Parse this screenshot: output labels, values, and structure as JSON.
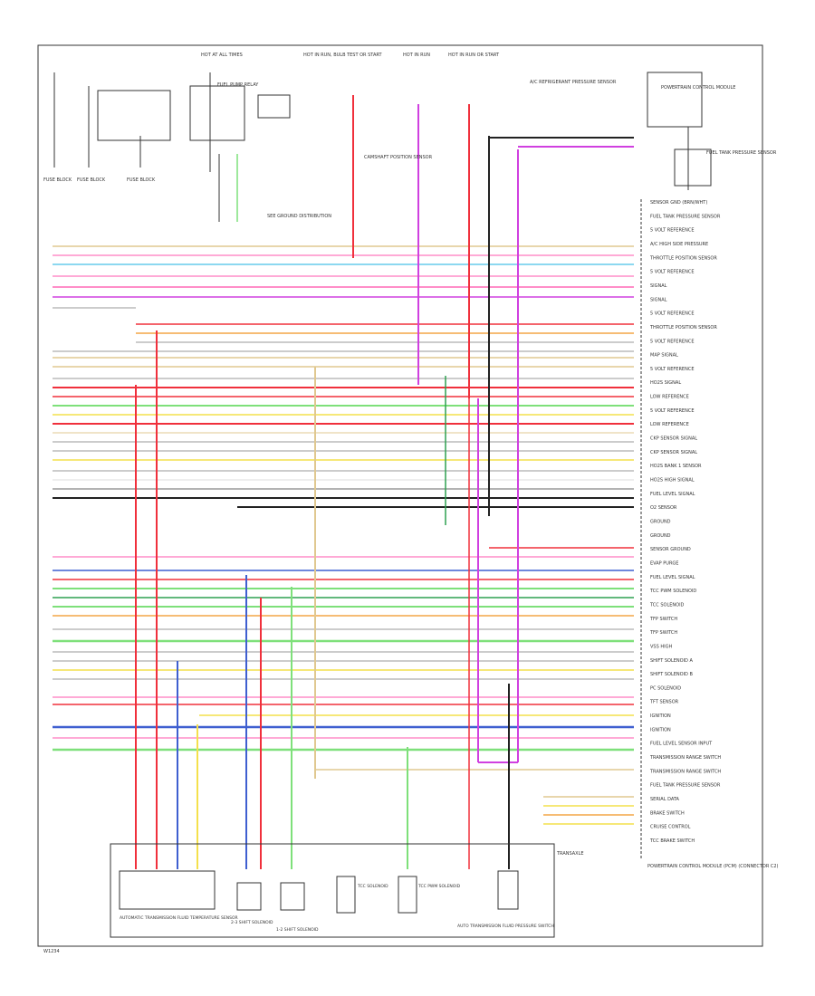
{
  "diagram": {
    "top_labels": [
      "HOT AT ALL TIMES",
      "HOT IN RUN, BULB TEST OR START",
      "HOT IN RUN",
      "HOT IN RUN OR START",
      "FUEL PUMP RELAY",
      "SEE GROUND DISTRIBUTION",
      "POWERTRAIN CONTROL MODULE",
      "A/C REFRIGERANT PRESSURE SENSOR",
      "FUEL TANK PRESSURE SENSOR",
      "CAMSHAFT POSITION SENSOR"
    ],
    "left_fuses": [
      "FUSE BLOCK",
      "FUSE BLOCK",
      "FUSE BLOCK"
    ],
    "right_circuit_labels": [
      "SENSOR GND (BRN/WHT)",
      "FUEL TANK PRESSURE SENSOR",
      "5 VOLT REFERENCE",
      "A/C HIGH SIDE PRESSURE",
      "THROTTLE POSITION SENSOR",
      "5 VOLT REFERENCE",
      "SIGNAL",
      "SIGNAL",
      "5 VOLT REFERENCE",
      "THROTTLE POSITION SENSOR",
      "5 VOLT REFERENCE",
      "MAP SIGNAL",
      "5 VOLT REFERENCE",
      "HO2S SIGNAL",
      "LOW REFERENCE",
      "5 VOLT REFERENCE",
      "LOW REFERENCE",
      "CKP SENSOR SIGNAL",
      "CKP SENSOR SIGNAL",
      "HO2S BANK 1 SENSOR",
      "HO2S HIGH SIGNAL",
      "FUEL LEVEL SIGNAL",
      "O2 SENSOR",
      "GROUND",
      "GROUND",
      "SENSOR GROUND",
      "EVAP PURGE",
      "FUEL LEVEL SIGNAL",
      "TCC PWM SOLENOID",
      "TCC SOLENOID",
      "TFP SWITCH",
      "TFP SWITCH",
      "VSS HIGH",
      "SHIFT SOLENOID A",
      "SHIFT SOLENOID B",
      "PC SOLENOID",
      "TFT SENSOR",
      "IGNITION",
      "IGNITION",
      "FUEL LEVEL SENSOR INPUT",
      "TRANSMISSION RANGE SWITCH",
      "TRANSMISSION RANGE SWITCH",
      "FUEL TANK PRESSURE SENSOR",
      "SERIAL DATA",
      "BRAKE SWITCH",
      "CRUISE CONTROL",
      "TCC BRAKE SWITCH"
    ],
    "bottom_components": [
      "AUTOMATIC TRANSMISSION FLUID TEMPERATURE SENSOR",
      "2-3 SHIFT SOLENOID",
      "1-2 SHIFT SOLENOID",
      "TCC SOLENOID",
      "TCC PWM SOLENOID",
      "AUTO TRANSMISSION FLUID PRESSURE SWITCH"
    ],
    "transmission_label": "TRANSAXLE",
    "footer_note": "POWERTRAIN CONTROL MODULE (PCM) (CONNECTOR C2)",
    "page_id": "W1234"
  },
  "wire_colors": {
    "pink": "#ff8ec8",
    "red": "#f0303c",
    "orange": "#f4a646",
    "yellow": "#f4e04c",
    "light_green": "#7ee07a",
    "dark_green": "#2fa050",
    "light_blue": "#8cd8f0",
    "blue": "#3f5fd0",
    "purple": "#d040e0",
    "tan": "#e0c890",
    "gray": "#9a9a9a",
    "black": "#222222",
    "brown": "#a06a40",
    "white": "#dddddd"
  }
}
